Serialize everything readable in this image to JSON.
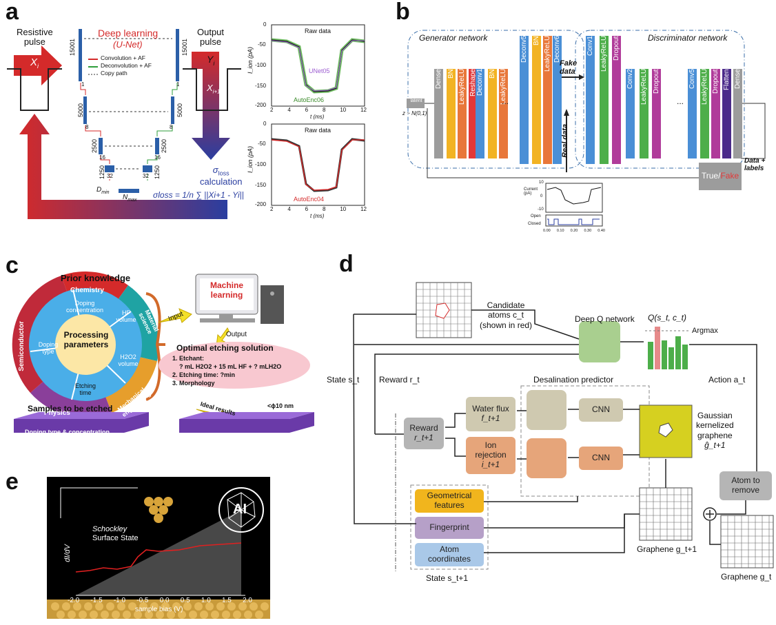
{
  "panels": {
    "a": "a",
    "b": "b",
    "c": "c",
    "d": "d",
    "e": "e"
  },
  "a": {
    "resistive_pulse": [
      "Resistive",
      "pulse"
    ],
    "xi": "X",
    "xi_sub": "i",
    "deep_learning": "Deep learning",
    "unet": "(U-Net)",
    "output_pulse": [
      "Output",
      "pulse"
    ],
    "yi": "Y",
    "yi_sub": "i",
    "xi1": "X",
    "xi1_sub": "i+1",
    "legend": [
      "Convolution + AF",
      "Deconvolution + AF",
      "Copy path"
    ],
    "sizes": [
      "15001",
      "15001",
      "1",
      "1",
      "5000",
      "5000",
      "8",
      "8",
      "2500",
      "2500",
      "16",
      "16",
      "1250",
      "1250",
      "32",
      "32"
    ],
    "dmin": "D",
    "dmin_sub": "min",
    "nmax": "N",
    "nmax_sub": "max",
    "sigma_loss": "σ",
    "sigma_loss_sub": "loss",
    "calculation": "calculation",
    "formula": "σloss = 1/n ∑ ||Xi+1 - Yi||",
    "plot1": {
      "raw": "Raw data",
      "unet": "UNet05",
      "auto": "AutoEnc06",
      "ylabel": "I_ion (pA)",
      "xlabel": "t (ms)",
      "yticks": [
        "0",
        "-50",
        "-100",
        "-150",
        "-200"
      ],
      "xticks": [
        "2",
        "4",
        "6",
        "8",
        "10",
        "12"
      ]
    },
    "plot2": {
      "raw": "Raw data",
      "auto": "AutoEnc04",
      "ylabel": "I_ion (pA)",
      "xlabel": "t (ms)",
      "yticks": [
        "0",
        "-50",
        "-100",
        "-150",
        "-200"
      ],
      "xticks": [
        "2",
        "4",
        "6",
        "8",
        "10",
        "12"
      ]
    }
  },
  "b": {
    "generator": "Generator network",
    "discriminator": "Discriminator network",
    "latent": "latent",
    "z": "z ~ N(0,1)",
    "gen_layers": [
      {
        "label": "Dense",
        "color": "#9c9c9c"
      },
      {
        "label": "BN",
        "color": "#f2b323"
      },
      {
        "label": "LeakyReLU",
        "color": "#e8773a"
      },
      {
        "label": "Reshape",
        "color": "#e23838"
      },
      {
        "label": "Deconv1",
        "color": "#4a8fd6"
      },
      {
        "label": "BN",
        "color": "#f2b323"
      },
      {
        "label": "LeakyReLU",
        "color": "#e8773a"
      },
      {
        "label": "Deconv5",
        "color": "#4a8fd6"
      },
      {
        "label": "BN",
        "color": "#f2b323"
      },
      {
        "label": "LeakyReLU",
        "color": "#e8773a"
      },
      {
        "label": "Deconv6",
        "color": "#4a8fd6"
      }
    ],
    "disc_layers": [
      {
        "label": "Conv1",
        "color": "#4a8fd6"
      },
      {
        "label": "LeakyReLU",
        "color": "#4dae4a"
      },
      {
        "label": "Dropout",
        "color": "#b03b9a"
      },
      {
        "label": "Conv2",
        "color": "#4a8fd6"
      },
      {
        "label": "LeakyReLU",
        "color": "#4dae4a"
      },
      {
        "label": "Dropout",
        "color": "#b03b9a"
      },
      {
        "label": "Conv5",
        "color": "#4a8fd6"
      },
      {
        "label": "LeakyReLU",
        "color": "#4dae4a"
      },
      {
        "label": "Dropout",
        "color": "#b03b9a"
      },
      {
        "label": "Flatten",
        "color": "#4b2a8a"
      },
      {
        "label": "Dense",
        "color": "#9c9c9c"
      }
    ],
    "ellipsis": "...",
    "fake_data": [
      "Fake",
      "data"
    ],
    "real_data": "Real data",
    "true": "True",
    "slash": "/",
    "fake": "Fake",
    "data_labels": [
      "Data +",
      "labels"
    ],
    "mini": {
      "current": "Current (pA)",
      "open": "Open",
      "closed": "Closed",
      "yticks": [
        "10",
        "0",
        "-10"
      ],
      "xticks": [
        "0.00",
        "0.10",
        "0.20",
        "0.30",
        "0.40"
      ]
    }
  },
  "c": {
    "prior_knowledge": "Prior knowledge",
    "outer_ring": [
      "Chemistry",
      "Material science",
      "Mechanical engineering",
      "Physics",
      "Semiconductor"
    ],
    "inner_ring": [
      "Doping concentration",
      "HF volume",
      "H2O2 volume",
      "Etching time",
      "Doping type"
    ],
    "center": [
      "Processing",
      "parameters"
    ],
    "samples": "Samples to be etched",
    "doping_label": "Doping type & concentration",
    "ml": [
      "Machine",
      "learning"
    ],
    "input": "Input",
    "output": "Output",
    "optimal": "Optimal etching solution",
    "solution": [
      "1. Etchant:",
      "? mL H2O2 + 15 mL HF + ? mLH2O",
      "2. Etching time: ?min",
      "3. Morphology"
    ],
    "ideal": "Ideal results",
    "phi": "<ϕ10 nm"
  },
  "d": {
    "candidate": [
      "Candidate",
      "atoms c_t",
      "(shown in red)"
    ],
    "dqn": "Deep Q network",
    "q": "Q(s_t, c_t)",
    "argmax": "Argmax",
    "state": "State s_t",
    "reward_rt": "Reward r_t",
    "desal": "Desalination predictor",
    "action": "Action a_t",
    "water_flux": [
      "Water flux",
      "f_t+1"
    ],
    "ion_rej": [
      "Ion",
      "rejection",
      "i_t+1"
    ],
    "reward_box": [
      "Reward",
      "r_t+1"
    ],
    "cnn": "CNN",
    "gaussian": [
      "Gaussian",
      "kernelized",
      "graphene",
      "ĝ_t+1"
    ],
    "atom_remove": [
      "Atom to",
      "remove"
    ],
    "geom": [
      "Geometrical",
      "features"
    ],
    "fingerprint": "Fingerprint",
    "atom_coords": [
      "Atom",
      "coordinates"
    ],
    "state_next": "State s_t+1",
    "graphene_next": "Graphene g_t+1",
    "graphene": "Graphene g_t"
  },
  "e": {
    "schockley": "Schockley",
    "surface": "Surface State",
    "ai": "AI",
    "ylabel": "dI/dV",
    "xlabel": "sample bias (V)",
    "xticks": [
      "-2.0",
      "-1.5",
      "-1.0",
      "-0.5",
      "0.0",
      "0.5",
      "1.0",
      "1.5",
      "2.0"
    ]
  },
  "colors": {
    "red": "#d42a2a",
    "blue": "#2a3ea0",
    "purple": "#5a3fa0",
    "green_box": "#a9cf8f",
    "water": "#cfc9b0",
    "ion": "#e6a57a",
    "geom": "#f1b51d",
    "finger": "#b6a0c8",
    "atom": "#a9c8e8"
  }
}
